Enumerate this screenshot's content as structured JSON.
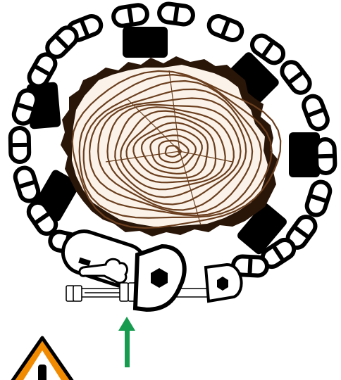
{
  "colors": {
    "background": "#ffffff",
    "chain": "#000000",
    "link_fill": "#ffffff",
    "pad": "#000000",
    "bark": "#2a1608",
    "wood": "#fbf3e9",
    "ring": "#6b3f1f",
    "arrow": "#169b4f",
    "warning": "#f08a00"
  },
  "icons": {
    "log": "tree-log-cross-section",
    "chain": "wrap-around-chain",
    "shackle": "chain-shackle-connector",
    "arrow": "green-up-arrow",
    "warning": "warning-triangle-icon"
  }
}
